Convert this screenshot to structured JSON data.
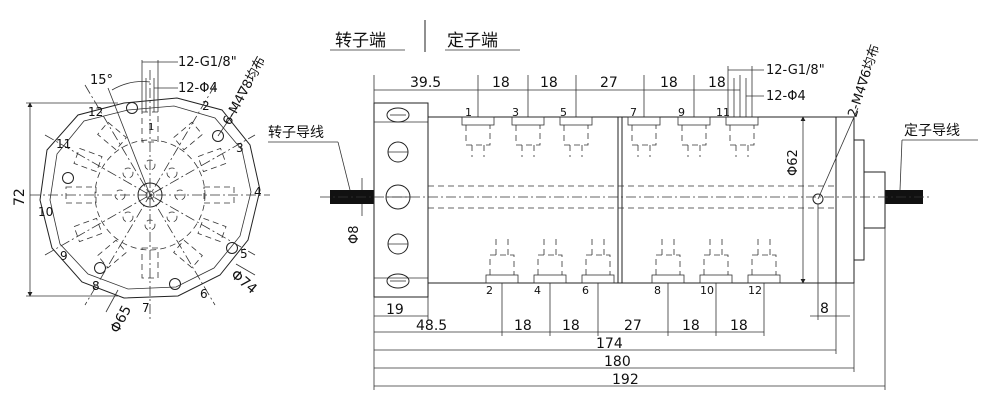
{
  "header": {
    "rotor_end": "转子端",
    "stator_end": "定子端"
  },
  "leads": {
    "rotor_lead": "转子导线",
    "stator_lead": "定子导线"
  },
  "left_view": {
    "port_thread": "12-G1/8\"",
    "port_dia": "12-Φ4",
    "angle": "15°",
    "holes": "6-M4∇8均布",
    "height": "72",
    "dia_outer": "Φ74",
    "dia_bolt": "Φ65",
    "port_numbers": [
      "1",
      "2",
      "3",
      "4",
      "5",
      "6",
      "7",
      "8",
      "9",
      "10",
      "11",
      "12"
    ]
  },
  "side_view": {
    "port_thread": "12-G1/8\"",
    "port_dia": "12-Φ4",
    "holes": "2-M4∇6均布",
    "body_dia": "Φ62",
    "shaft_dia": "Φ8",
    "top_dims": [
      "39.5",
      "18",
      "18",
      "27",
      "18",
      "18"
    ],
    "bottom_dims": [
      "48.5",
      "18",
      "18",
      "27",
      "18",
      "18"
    ],
    "flange_width": "19",
    "end_width": "8",
    "length_174": "174",
    "length_180": "180",
    "length_192": "192",
    "top_ports": [
      "1",
      "3",
      "5",
      "7",
      "9",
      "11"
    ],
    "bottom_ports": [
      "2",
      "4",
      "6",
      "8",
      "10",
      "12"
    ]
  },
  "colors": {
    "line": "#222222",
    "shaft": "#111111",
    "background": "#ffffff"
  }
}
